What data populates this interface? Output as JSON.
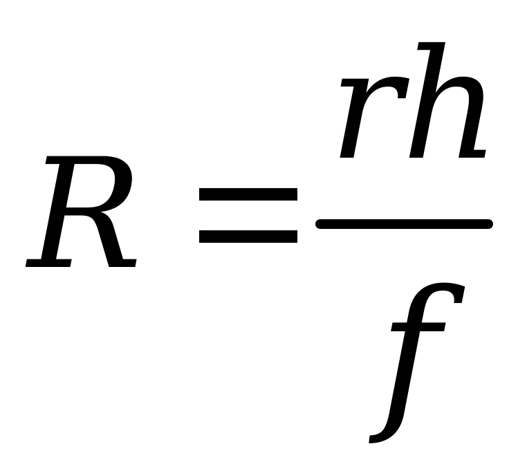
{
  "formula": {
    "lhs": "R",
    "operator": "=",
    "numerator": "rh",
    "denominator": "f"
  }
}
